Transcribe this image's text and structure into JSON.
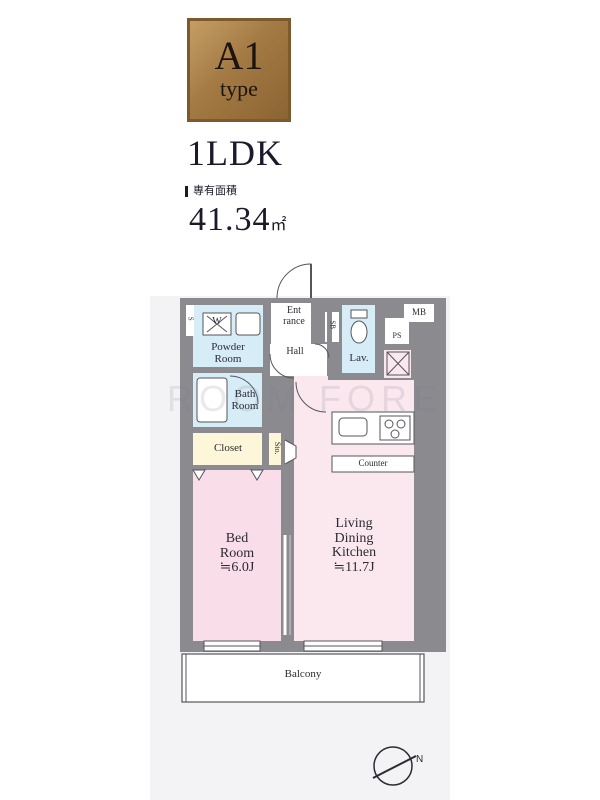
{
  "header": {
    "type_code": "A1",
    "type_word": "type",
    "layout": "1LDK",
    "area_label": "専有面積",
    "area_value": "41.34",
    "area_unit": "㎡"
  },
  "rooms": {
    "entrance": "Ent\nrance",
    "hall": "Hall",
    "powder_room": "Powder\nRoom",
    "bath_room": "Bath\nRoom",
    "lav": "Lav.",
    "closet": "Closet",
    "storage": "Sto.",
    "sb": "SB",
    "s_small": "S",
    "ps": "PS",
    "mb": "MB",
    "counter": "Counter",
    "bed_room": "Bed\nRoom\n≒6.0J",
    "ldk": "Living\nDining\nKitchen\n≒11.7J",
    "balcony": "Balcony",
    "washer": "W"
  },
  "watermark": "ROOM FORE",
  "colors": {
    "wall": "#8b8b8f",
    "bedroom": "#f9dde8",
    "ldk": "#fbe8ef",
    "wet": "#d6ecf6",
    "closet": "#fdf6d8",
    "floor_white": "#ffffff",
    "badge_gold": "#a37a43"
  }
}
